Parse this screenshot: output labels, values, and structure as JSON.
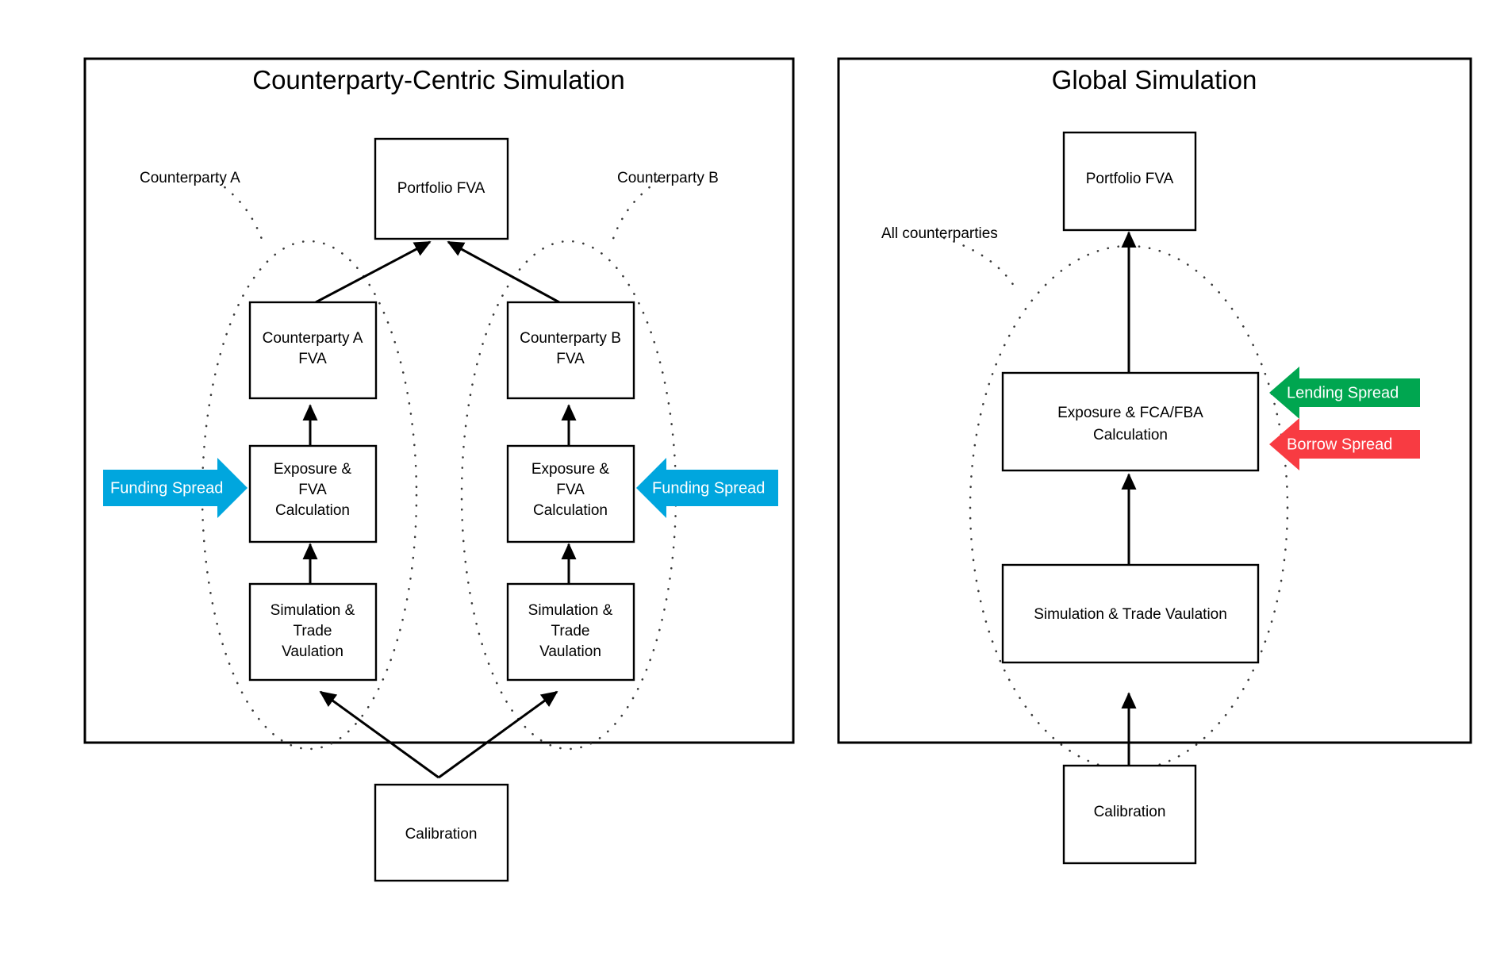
{
  "panels": [
    {
      "id": "counterparty-centric",
      "title": "Counterparty-Centric Simulation",
      "annotations": [
        {
          "id": "counterparty-a",
          "text": "Counterparty A"
        },
        {
          "id": "counterparty-b",
          "text": "Counterparty B"
        }
      ],
      "nodes": [
        {
          "id": "portfolio-fva",
          "label": "Portfolio FVA"
        },
        {
          "id": "cpty-a-fva",
          "label": "Counterparty A\nFVA"
        },
        {
          "id": "cpty-b-fva",
          "label": "Counterparty B\nFVA"
        },
        {
          "id": "exposure-fva-a",
          "label": "Exposure &\nFVA\nCalculation"
        },
        {
          "id": "exposure-fva-b",
          "label": "Exposure &\nFVA\nCalculation"
        },
        {
          "id": "sim-trade-a",
          "label": "Simulation &\nTrade\nVaulation"
        },
        {
          "id": "sim-trade-b",
          "label": "Simulation &\nTrade\nVaulation"
        },
        {
          "id": "calibration",
          "label": "Calibration"
        }
      ],
      "spreads": [
        {
          "id": "funding-spread-left",
          "label": "Funding Spread",
          "color": "#00A6DE",
          "direction": "right"
        },
        {
          "id": "funding-spread-right",
          "label": "Funding Spread",
          "color": "#00A6DE",
          "direction": "left"
        }
      ]
    },
    {
      "id": "global",
      "title": "Global Simulation",
      "annotations": [
        {
          "id": "all-counterparties",
          "text": "All counterparties"
        }
      ],
      "nodes": [
        {
          "id": "portfolio-fva-g",
          "label": "Portfolio FVA"
        },
        {
          "id": "exposure-fca-fba",
          "label": "Exposure & FCA/FBA\nCalculation"
        },
        {
          "id": "sim-trade-g",
          "label": "Simulation & Trade Vaulation"
        },
        {
          "id": "calibration-g",
          "label": "Calibration"
        }
      ],
      "spreads": [
        {
          "id": "lending-spread",
          "label": "Lending Spread",
          "color": "#00A650",
          "direction": "left"
        },
        {
          "id": "borrow-spread",
          "label": "Borrow Spread",
          "color": "#F83B42",
          "direction": "left"
        }
      ]
    }
  ],
  "colors": {
    "funding_spread": "#00A6DE",
    "lending_spread": "#00A650",
    "borrow_spread": "#F83B42",
    "stroke": "#000000",
    "background": "#ffffff"
  }
}
